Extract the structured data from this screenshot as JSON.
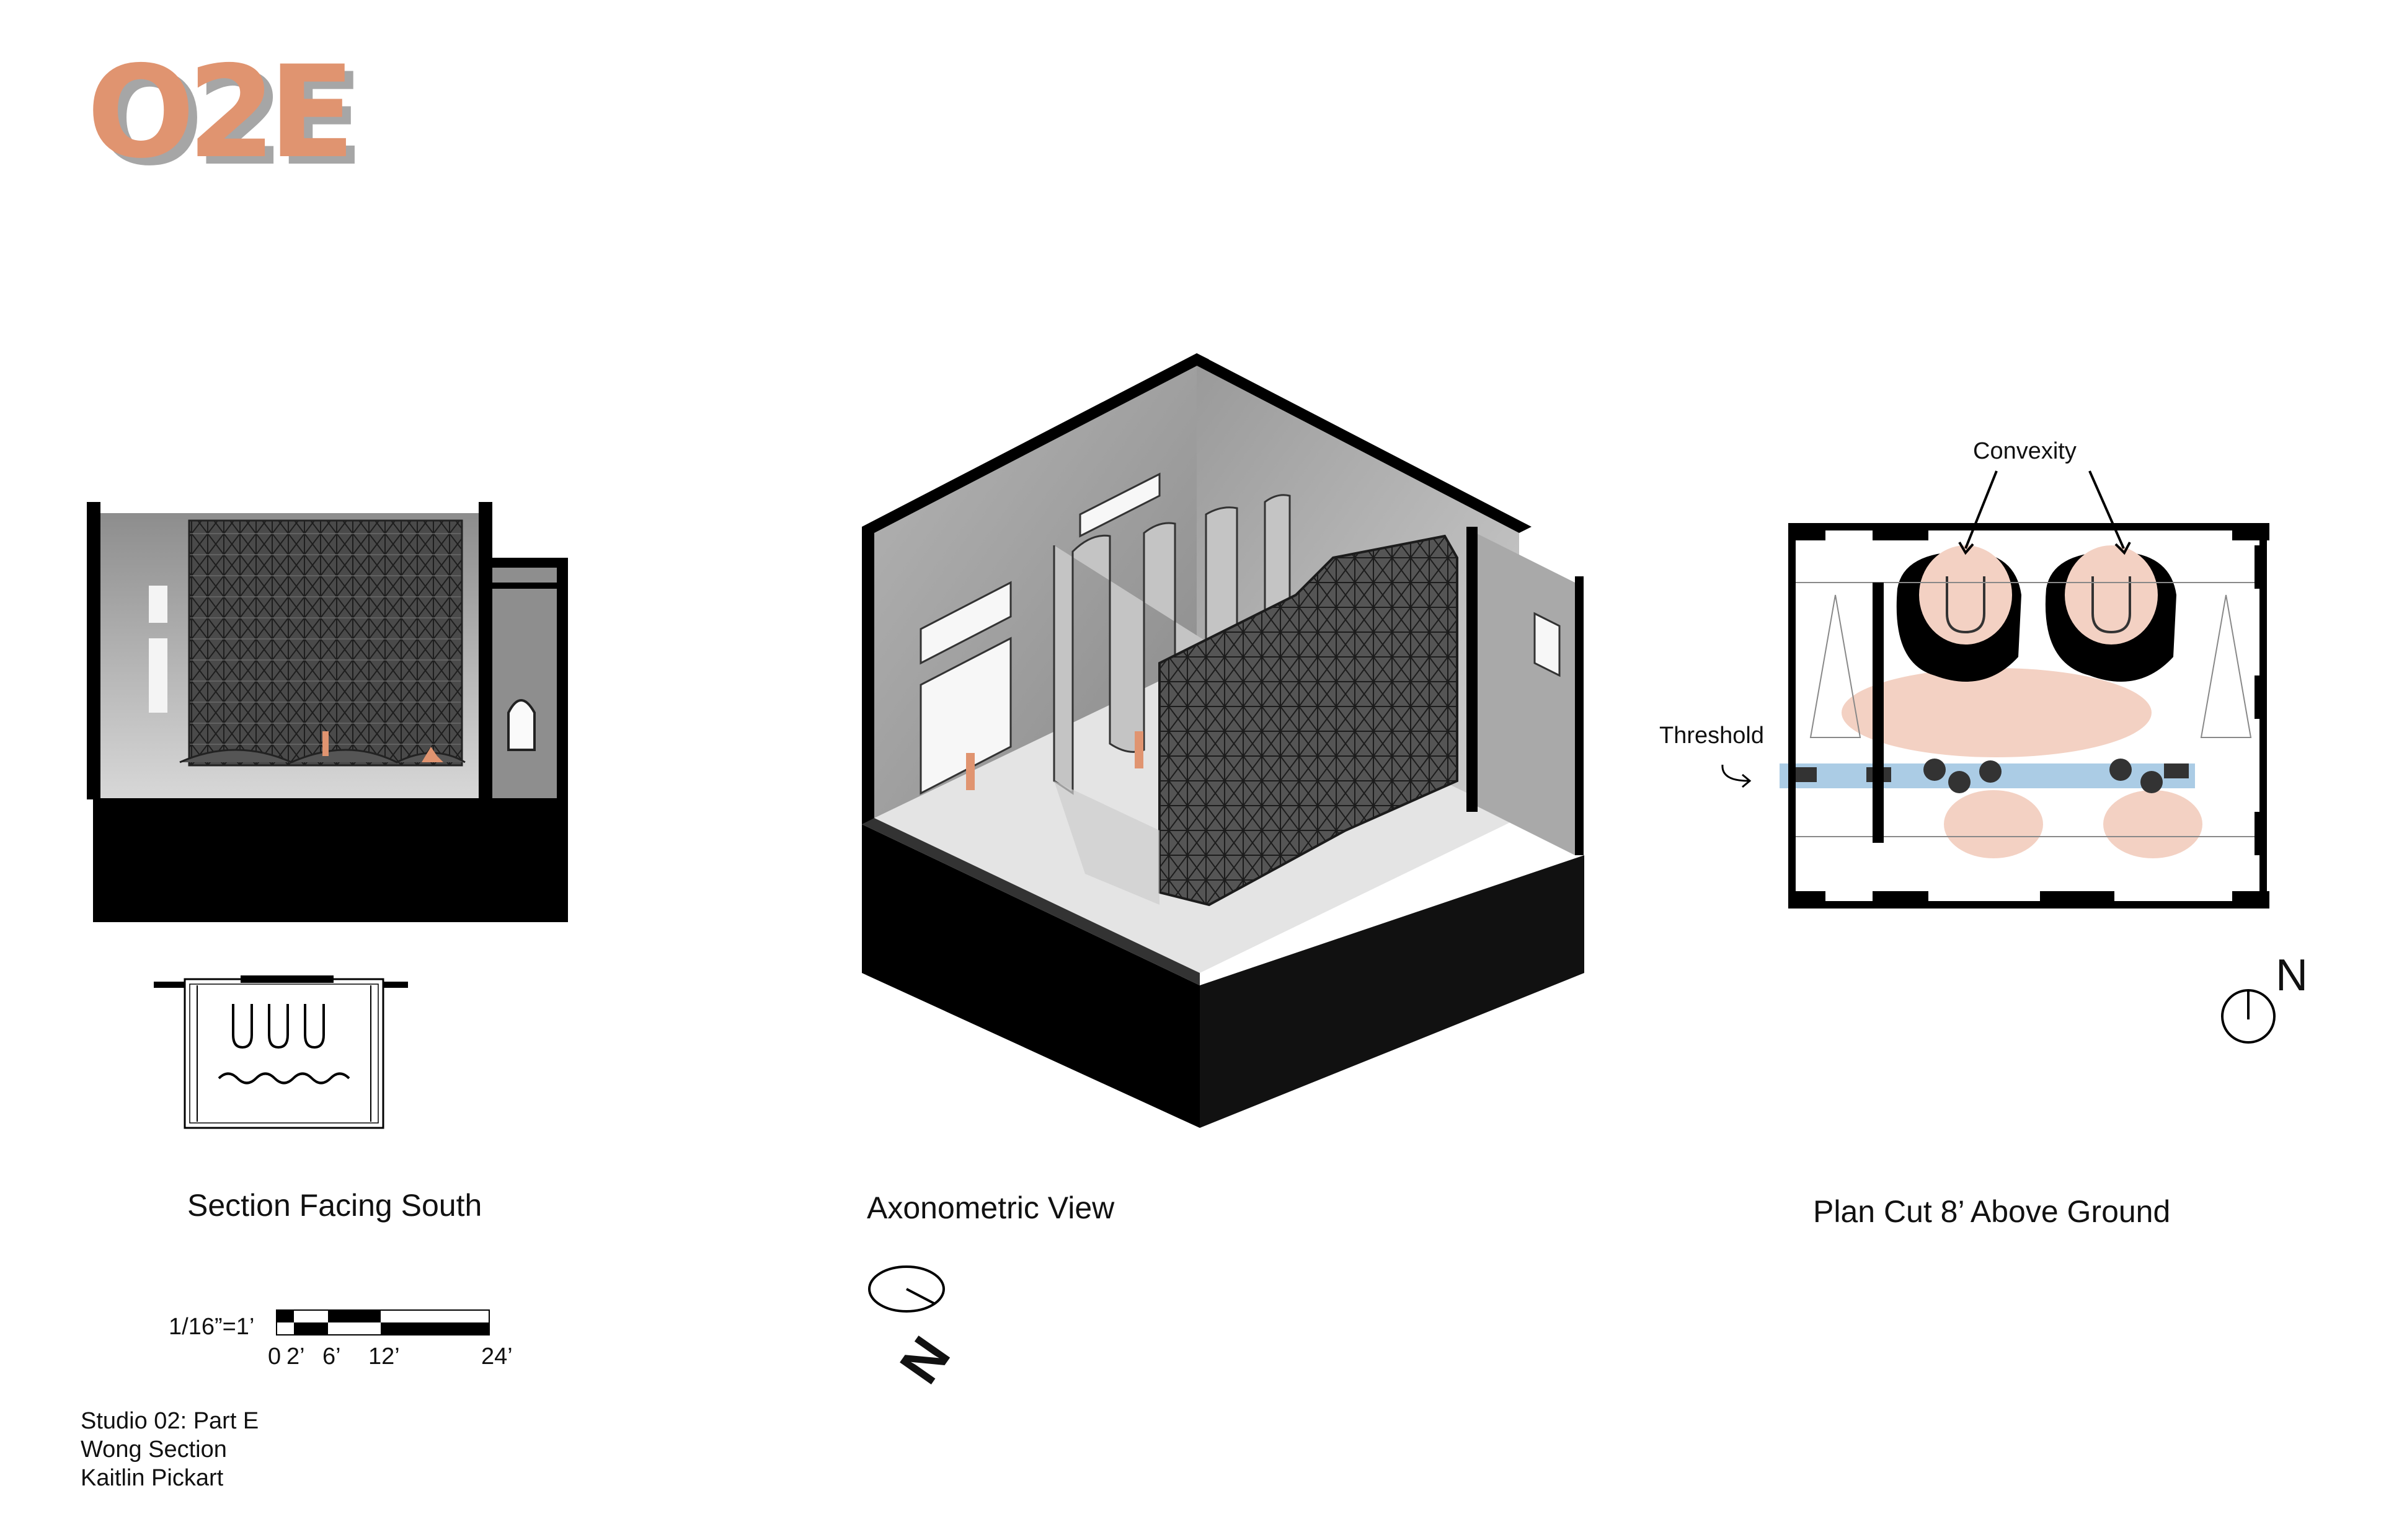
{
  "logo": {
    "text": "O2E"
  },
  "section": {
    "caption": "Section Facing South"
  },
  "axon": {
    "caption": "Axonometric View"
  },
  "plan": {
    "caption": "Plan Cut 8’ Above Ground",
    "convexity_label": "Convexity",
    "threshold_label": "Threshold",
    "north_label": "N"
  },
  "axon_north": {
    "label": "N"
  },
  "scale_bar": {
    "ratio": "1/16”=1’",
    "ticks": [
      "0",
      "2’",
      "6’",
      "12’",
      "24’"
    ]
  },
  "credits": {
    "line1": "Studio 02: Part E",
    "line2": "Wong Section",
    "line3": "Kaitlin Pickart"
  },
  "colors": {
    "accent": "#e09470",
    "pink_zone": "#f3d1c3",
    "threshold_band": "#9cc3e0",
    "wall": "#000000",
    "interior": "#cfcfcf"
  }
}
